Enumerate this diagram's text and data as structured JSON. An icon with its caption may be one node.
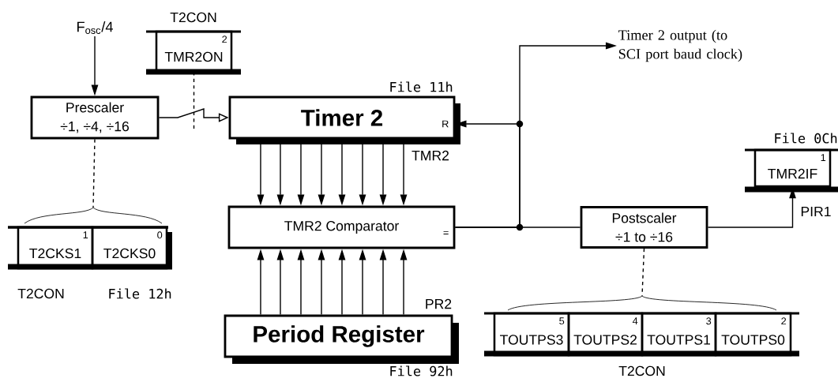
{
  "diagram": {
    "nodes": [
      {
        "text": [
          "F$_{osc}$/4"
        ]
      },
      {
        "text": [
          "Prescaler",
          "÷1, ÷4, ÷16"
        ]
      },
      {
        "text": [
          "2",
          "TMR2ON"
        ],
        "beside": [
          "T2CON"
        ]
      },
      {
        "text": [
          "Timer 2",
          "R"
        ],
        "beside": [
          "File 11h",
          "TMR2"
        ]
      },
      {
        "text": [
          "Timer 2 output (to SCI port baud clock)"
        ]
      },
      {
        "text": [
          "TMR2 Comparator",
          "="
        ]
      },
      {
        "text": [
          "Period Register"
        ],
        "beside": [
          "PR2",
          "File 92h"
        ]
      },
      {
        "text": [
          "Postscaler",
          "÷1 to ÷16"
        ]
      },
      {
        "text": [
          "1",
          "TMR2IF"
        ],
        "beside": [
          "File 0Ch",
          "PIR1"
        ]
      },
      {
        "text": [
          "1",
          "T2CKS1"
        ]
      },
      {
        "text": [
          "0",
          "T2CKS0"
        ]
      },
      {
        "text": [
          "5",
          "TOUTPS3"
        ]
      },
      {
        "text": [
          "4",
          "TOUTPS2"
        ]
      },
      {
        "text": [
          "3",
          "TOUTPS1"
        ]
      },
      {
        "text": [
          "2",
          "TOUTPS0"
        ]
      },
      {
        "text": [],
        "shape": "brace"
      },
      {
        "text": [],
        "shape": "brace"
      }
    ],
    "edges": [
      {
        "from": 0,
        "to": 1,
        "arrow": "to"
      },
      {
        "from": 1,
        "to": 3,
        "arrow": "to"
      },
      {
        "from": 2,
        "to": null,
        "arrow": "none",
        "style": "dashed"
      },
      {
        "from": 3,
        "to": 5,
        "arrow": "to"
      },
      {
        "from": 3,
        "to": 5,
        "arrow": "to"
      },
      {
        "from": 3,
        "to": 5,
        "arrow": "to"
      },
      {
        "from": 3,
        "to": 5,
        "arrow": "to"
      },
      {
        "from": 3,
        "to": 5,
        "arrow": "to"
      },
      {
        "from": 3,
        "to": 5,
        "arrow": "to"
      },
      {
        "from": 3,
        "to": 5,
        "arrow": "to"
      },
      {
        "from": 3,
        "to": 5,
        "arrow": "to"
      },
      {
        "from": 6,
        "to": 5,
        "arrow": "to"
      },
      {
        "from": 6,
        "to": 5,
        "arrow": "to"
      },
      {
        "from": 6,
        "to": 5,
        "arrow": "to"
      },
      {
        "from": 6,
        "to": 5,
        "arrow": "to"
      },
      {
        "from": 6,
        "to": 5,
        "arrow": "to"
      },
      {
        "from": 6,
        "to": 5,
        "arrow": "to"
      },
      {
        "from": 6,
        "to": 5,
        "arrow": "to"
      },
      {
        "from": 6,
        "to": 5,
        "arrow": "to"
      },
      {
        "from": 5,
        "to": 7,
        "arrow": "none"
      },
      {
        "from": 5,
        "to": 3,
        "arrow": "to"
      },
      {
        "from": 5,
        "to": 4,
        "arrow": "to"
      },
      {
        "from": 7,
        "to": 8,
        "arrow": "to"
      },
      {
        "from": 1,
        "to": 15,
        "arrow": "none",
        "style": "dashed"
      },
      {
        "from": 7,
        "to": 16,
        "arrow": "none",
        "style": "dashed"
      }
    ],
    "labels": [
      "T2CON",
      "File 12h",
      "T2CON"
    ]
  }
}
